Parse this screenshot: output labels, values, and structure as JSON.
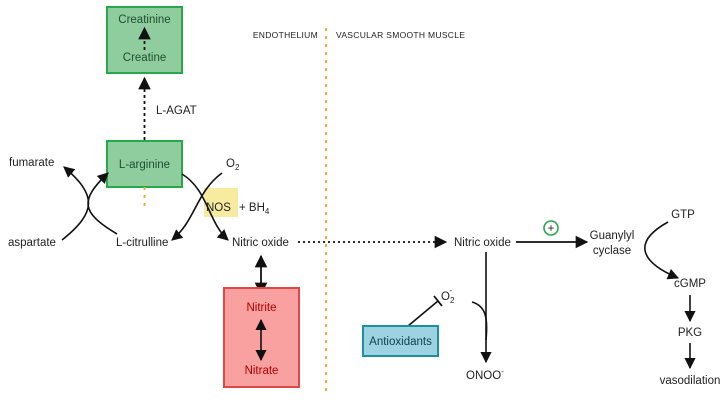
{
  "headers": {
    "endothelium": "ENDOTHELIUM",
    "smooth_muscle": "VASCULAR SMOOTH MUSCLE"
  },
  "boxes": {
    "creatinine": "Creatinine",
    "creatine": "Creatine",
    "l_arginine": "L-arginine",
    "nitrite": "Nitrite",
    "nitrate": "Nitrate",
    "antioxidants": "Antioxidants"
  },
  "labels": {
    "l_agat": "L-AGAT",
    "fumarate": "fumarate",
    "aspartate": "aspartate",
    "l_citrulline": "L-citrulline",
    "o2": "O",
    "o2_sub": "2",
    "nos": "NOS",
    "bh4_plus": "+ BH",
    "bh4_sub": "4",
    "nitric_oxide_endo": "Nitric oxide",
    "nitric_oxide_vsm": "Nitric oxide",
    "superoxide": "O",
    "superoxide_sub": "2",
    "superoxide_sup": "-",
    "onoo": "ONOO",
    "onoo_sup": "-",
    "stimulation": "+",
    "guanylyl": "Guanylyl",
    "cyclase": "cyclase",
    "gtp": "GTP",
    "cgmp": "cGMP",
    "pkg": "PKG",
    "vasodilation": "vasodilation"
  },
  "colors": {
    "green_fill": "#8fcc9e",
    "green_border": "#27a84a",
    "red_fill": "#f9a0a0",
    "red_border": "#e04848",
    "red_text": "#b00000",
    "teal_fill": "#9dd3e0",
    "teal_border": "#1e8fa3",
    "nos_highlight": "#f7eba0",
    "divider": "#f5a623",
    "plus_green": "#27a84a"
  }
}
